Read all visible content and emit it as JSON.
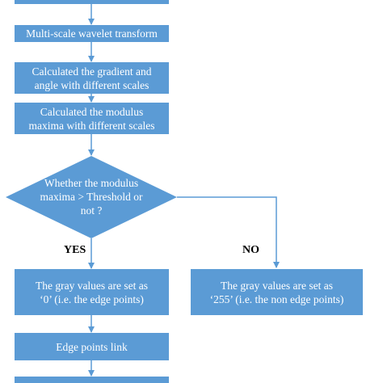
{
  "colors": {
    "node_fill": "#5b9bd5",
    "node_text": "#ffffff",
    "connector": "#5b9bd5"
  },
  "nodes": {
    "wavelet_transform": "Multi-scale wavelet transform",
    "gradient_angle": "Calculated the gradient and\nangle with  different scales",
    "modulus_maxima": "Calculated the modulus\nmaxima with  different scales",
    "decision": "Whether the modulus\nmaxima > Threshold or\nnot  ?",
    "set_zero": "The gray values are set as\n‘0’  (i.e. the edge points)",
    "set_255": "The gray values are set as\n‘255’  (i.e. the non edge points)",
    "edge_link": "Edge points link"
  },
  "branches": {
    "yes": "YES",
    "no": "NO"
  }
}
